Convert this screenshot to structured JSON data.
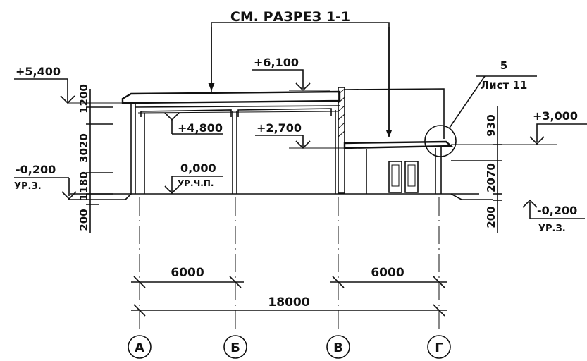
{
  "section_callout": "СМ. РАЗРЕЗ 1-1",
  "node_ref": {
    "number": "5",
    "sheet": "Лист 11"
  },
  "elevations": {
    "left_top": "+5,400",
    "roof_top": "+6,100",
    "ceiling": "+4,800",
    "annex_roof": "+2,700",
    "floor": "0,000",
    "floor_label": "УР.Ч.П.",
    "left_ground": "-0,200",
    "left_ground_label": "УР.З.",
    "right_top": "+3,000",
    "right_ground": "-0,200",
    "right_ground_label": "УР.З."
  },
  "left_dims": [
    "1200",
    "3020",
    "1180",
    "200"
  ],
  "right_dims": [
    "930",
    "2070",
    "200"
  ],
  "spans": {
    "ab": "6000",
    "vg": "6000",
    "total": "18000"
  },
  "axes": [
    "А",
    "Б",
    "В",
    "Г"
  ]
}
